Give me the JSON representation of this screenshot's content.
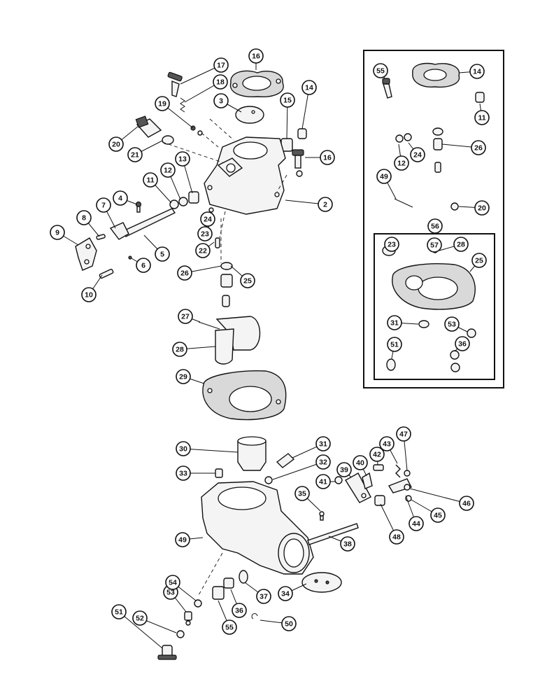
{
  "diagram": {
    "kits": {
      "outer": "56",
      "inner": "57"
    },
    "callouts": [
      "2",
      "3",
      "4",
      "5",
      "6",
      "7",
      "8",
      "9",
      "10",
      "11",
      "12",
      "13",
      "14",
      "15",
      "16",
      "17",
      "18",
      "19",
      "20",
      "21",
      "22",
      "23",
      "24",
      "25",
      "26",
      "27",
      "28",
      "29",
      "30",
      "31",
      "32",
      "33",
      "34",
      "35",
      "36",
      "37",
      "38",
      "39",
      "40",
      "41",
      "42",
      "43",
      "44",
      "45",
      "46",
      "47",
      "48",
      "49",
      "50",
      "51",
      "52",
      "53",
      "54",
      "55",
      "16",
      "55",
      "14",
      "11",
      "12",
      "24",
      "26",
      "49",
      "20",
      "23",
      "28",
      "25",
      "31",
      "53",
      "36",
      "51"
    ]
  }
}
